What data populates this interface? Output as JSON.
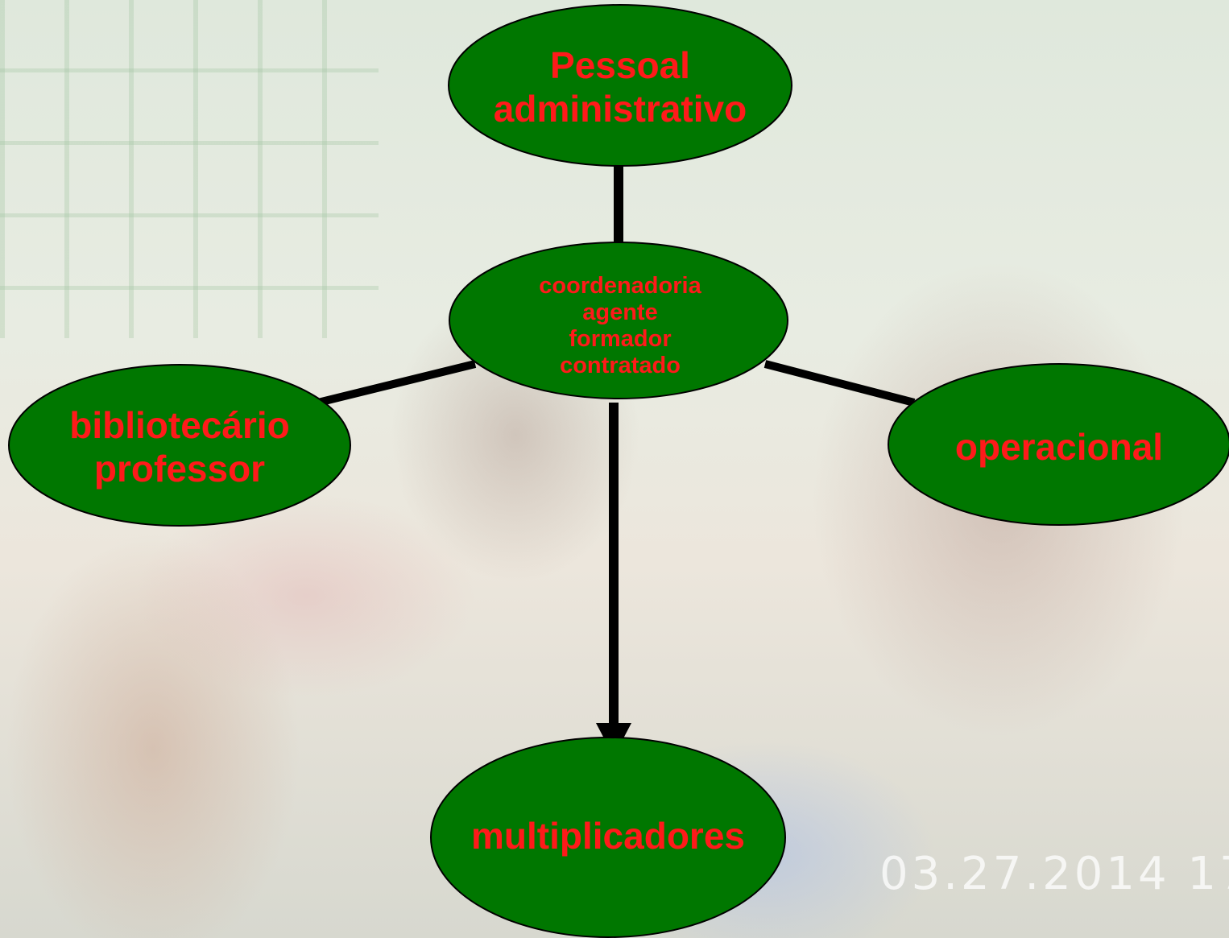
{
  "nodes": {
    "top": {
      "line1": "Pessoal",
      "line2": "administrativo"
    },
    "center": {
      "line1": "coordenadoria",
      "line2": "agente",
      "line3": "formador",
      "line4": "contratado"
    },
    "left": {
      "line1": "bibliotecário",
      "line2": "professor"
    },
    "right": {
      "line1": "operacional"
    },
    "bottom": {
      "line1": "multiplicadores"
    }
  },
  "photo": {
    "date_stamp": "03.27.2014 17"
  },
  "colors": {
    "node_fill": "#007700",
    "node_text": "#ff1a1a",
    "connector": "#000000"
  }
}
